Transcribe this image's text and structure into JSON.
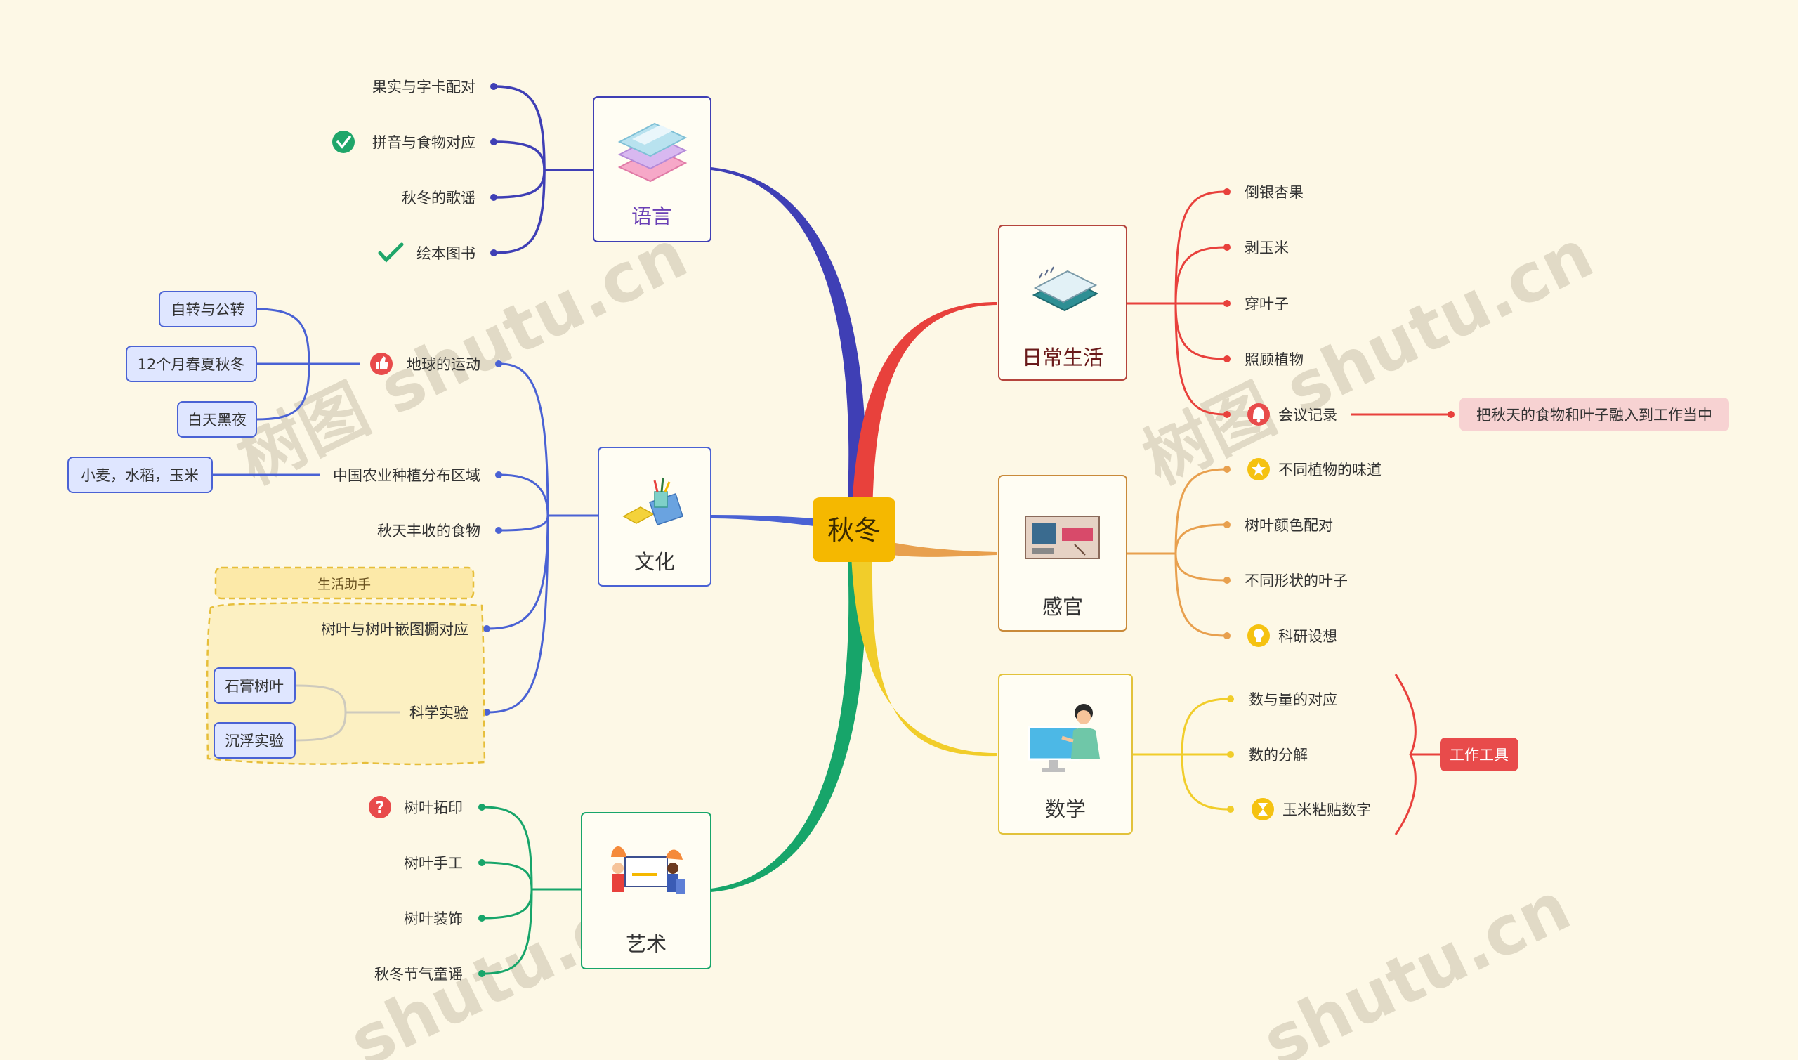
{
  "root": {
    "label": "秋冬"
  },
  "branches": {
    "language": {
      "label": "语言",
      "items": [
        "果实与字卡配对",
        "拼音与食物对应",
        "秋冬的歌谣",
        "绘本图书"
      ]
    },
    "culture": {
      "label": "文化",
      "earth": {
        "label": "地球的运动",
        "children": [
          "自转与公转",
          "12个月春夏秋冬",
          "白天黑夜"
        ]
      },
      "agri": {
        "label": "中国农业种植分布区域",
        "child": "小麦，水稻，玉米"
      },
      "harvest": {
        "label": "秋天丰收的食物"
      },
      "group": {
        "title": "生活助手",
        "leaf_match": "树叶与树叶嵌图橱对应",
        "science": {
          "label": "科学实验",
          "children": [
            "石膏树叶",
            "沉浮实验"
          ]
        }
      }
    },
    "art": {
      "label": "艺术",
      "items": [
        "树叶拓印",
        "树叶手工",
        "树叶装饰",
        "秋冬节气童谣"
      ]
    },
    "daily": {
      "label": "日常生活",
      "items": [
        "倒银杏果",
        "剥玉米",
        "穿叶子",
        "照顾植物",
        "会议记录"
      ],
      "meeting_note": "把秋天的食物和叶子融入到工作当中"
    },
    "senses": {
      "label": "感官",
      "items": [
        "不同植物的味道",
        "树叶颜色配对",
        "不同形状的叶子",
        "科研设想"
      ]
    },
    "math": {
      "label": "数学",
      "items": [
        "数与量的对应",
        "数的分解",
        "玉米粘贴数字"
      ],
      "tool_label": "工作工具"
    }
  },
  "watermarks": [
    "树图 shutu.cn",
    "树图 shutu.cn",
    "shutu.cn",
    "shutu.cn"
  ],
  "colors": {
    "background": "#fdf8e6",
    "root": "#f5b800",
    "language": "#3f3fb5",
    "culture": "#4a62d4",
    "art": "#17a56a",
    "daily": "#e8413c",
    "senses": "#e8a04e",
    "math": "#f1cd2a"
  },
  "icons": [
    "check-circle-icon",
    "check-icon",
    "thumbs-up-icon",
    "question-icon",
    "bell-icon",
    "star-icon",
    "lightbulb-icon",
    "hourglass-icon",
    "books-icon",
    "stationery-icon",
    "artists-icon",
    "notebook-icon",
    "desk-icon",
    "teacher-icon"
  ]
}
